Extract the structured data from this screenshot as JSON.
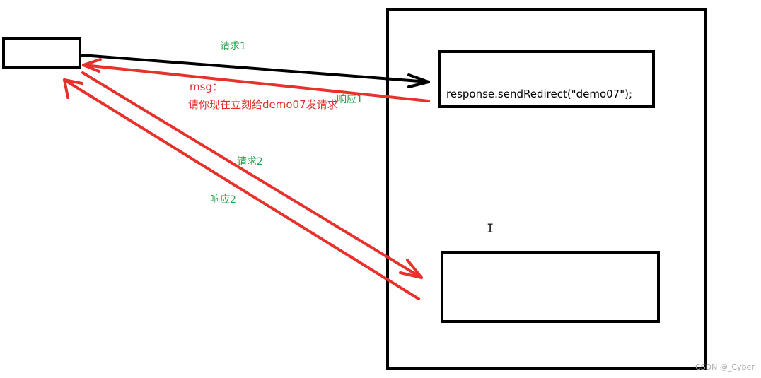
{
  "labels": {
    "request1": "请求1",
    "response1": "响应1",
    "request2": "请求2",
    "response2": "响应2",
    "msg_title": "msg：",
    "msg_body": "请你现在立刻给demo07发请求",
    "code": "response.sendRedirect(\"demo07\");"
  },
  "watermark": "CSDN @_Cyber",
  "colors": {
    "box_stroke": "#000000",
    "request_arrow": "#000000",
    "response_arrow": "#e8312b",
    "label_green": "#22a14a",
    "label_red": "#e0302a"
  },
  "icons": {
    "cursor": "text-cursor-icon"
  }
}
